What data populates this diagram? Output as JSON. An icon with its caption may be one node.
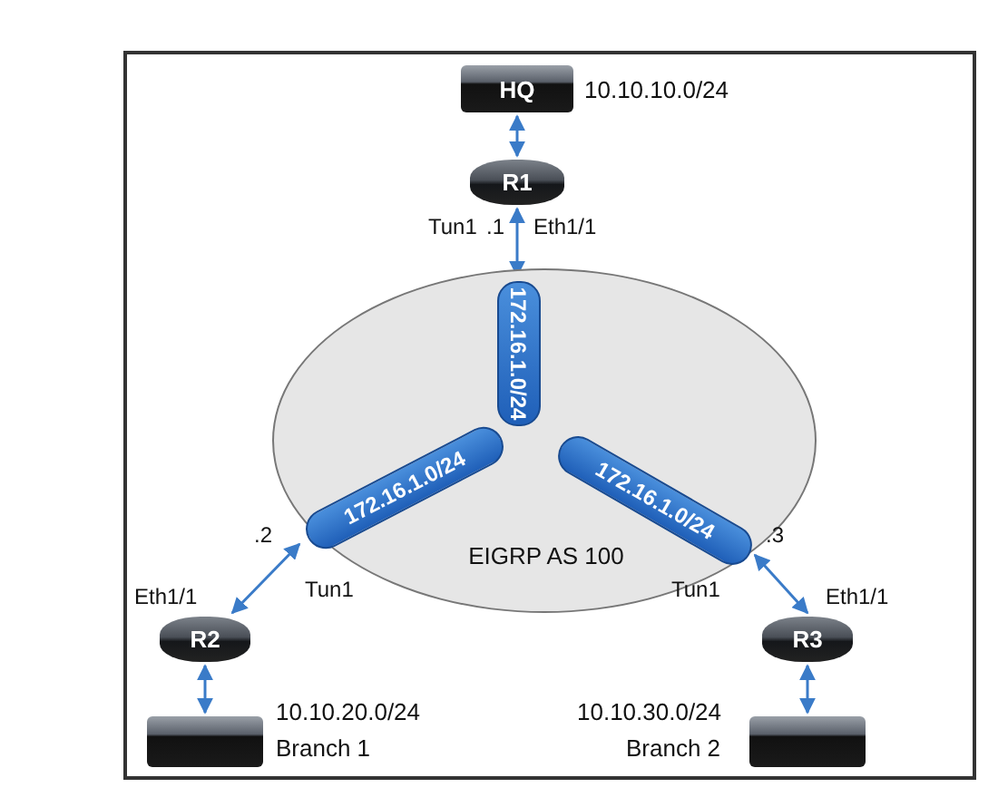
{
  "diagram": {
    "nodes": [
      {
        "text": [
          "HQ"
        ],
        "beside": [
          "10.10.10.0/24"
        ]
      },
      {
        "text": [
          "R1"
        ]
      },
      {
        "text": [
          "EIGRP AS 100"
        ]
      },
      {
        "text": [
          "172.16.1.0/24"
        ],
        "in": 2
      },
      {
        "text": [
          "172.16.1.0/24"
        ],
        "in": 2
      },
      {
        "text": [
          "172.16.1.0/24"
        ],
        "in": 2
      },
      {
        "text": [
          "R2"
        ]
      },
      {
        "text": [
          "R3"
        ]
      },
      {
        "text": [],
        "shape": "box",
        "beside": [
          "10.10.20.0/24",
          "Branch 1"
        ]
      },
      {
        "text": [],
        "shape": "box",
        "beside": [
          "10.10.30.0/24",
          "Branch 2"
        ]
      }
    ],
    "edges": [
      {
        "from": 0,
        "to": 1,
        "arrow": "both"
      },
      {
        "from": 1,
        "to": 3,
        "arrow": "both"
      },
      {
        "from": 4,
        "to": 6,
        "arrow": "both"
      },
      {
        "from": 5,
        "to": 7,
        "arrow": "both"
      },
      {
        "from": 6,
        "to": 8,
        "arrow": "both"
      },
      {
        "from": 7,
        "to": 9,
        "arrow": "both"
      }
    ],
    "labels": [
      "Tun1",
      ".1",
      "Eth1/1",
      ".2",
      ".3",
      "Eth1/1",
      "Tun1",
      "Tun1",
      "Eth1/1"
    ]
  }
}
